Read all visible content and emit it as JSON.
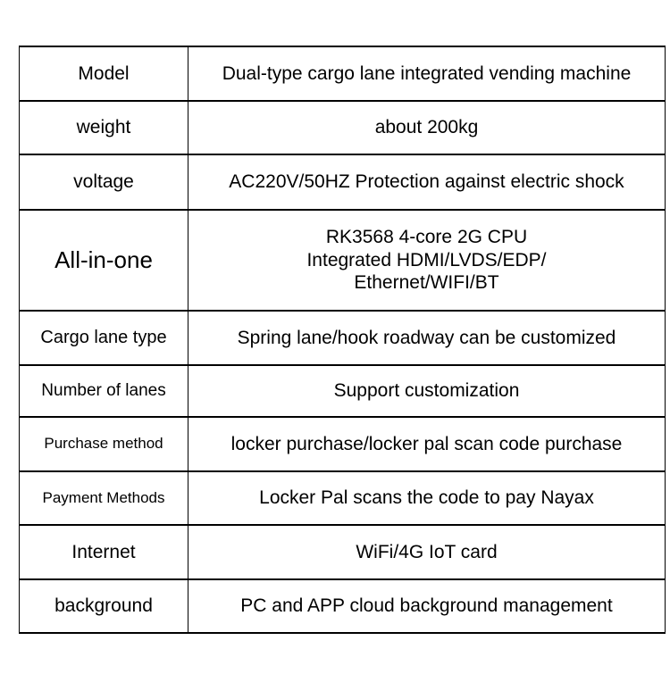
{
  "document": {
    "type": "specification-table",
    "columns": 2,
    "row_count": 10,
    "text_color": "#000000",
    "background_color": "#ffffff",
    "border_color": "#000000"
  },
  "rows": [
    {
      "label": "Model",
      "value": "Dual-type cargo lane integrated vending machine",
      "lines": [
        "Dual-type cargo lane integrated vending machine"
      ],
      "label_size": "lg"
    },
    {
      "label": "weight",
      "value": "about 200kg",
      "lines": [
        "about 200kg"
      ],
      "label_size": "lg"
    },
    {
      "label": "voltage",
      "value": "AC220V/50HZ Protection against electric shock",
      "lines": [
        "AC220V/50HZ Protection against electric shock"
      ],
      "label_size": "lg"
    },
    {
      "label": "All-in-one",
      "value": "RK3568 4-core 2G CPU Integrated HDMI/LVDS/EDP/ Ethernet/WIFI/BT",
      "lines": [
        "RK3568 4-core 2G CPU",
        "Integrated HDMI/LVDS/EDP/",
        "Ethernet/WIFI/BT"
      ],
      "label_size": "xl"
    },
    {
      "label": "Cargo lane type",
      "value": "Spring lane/hook roadway can be customized",
      "lines": [
        "Spring lane/hook roadway can be customized"
      ],
      "label_size": "md"
    },
    {
      "label": "Number of lanes",
      "value": "Support customization",
      "lines": [
        "Support customization"
      ],
      "label_size": "sm"
    },
    {
      "label": "Purchase method",
      "value": "locker purchase/locker pal scan code purchase",
      "lines": [
        "locker purchase/locker pal scan code purchase"
      ],
      "label_size": "xs"
    },
    {
      "label": "Payment Methods",
      "value": "Locker Pal scans the code to pay Nayax",
      "lines": [
        "Locker Pal scans the code to pay Nayax"
      ],
      "label_size": "xs"
    },
    {
      "label": "Internet",
      "value": "WiFi/4G IoT card",
      "lines": [
        "WiFi/4G IoT card"
      ],
      "label_size": "lg"
    },
    {
      "label": "background",
      "value": "PC and APP cloud background management",
      "lines": [
        "PC and APP cloud background management"
      ],
      "label_size": "lg"
    }
  ]
}
